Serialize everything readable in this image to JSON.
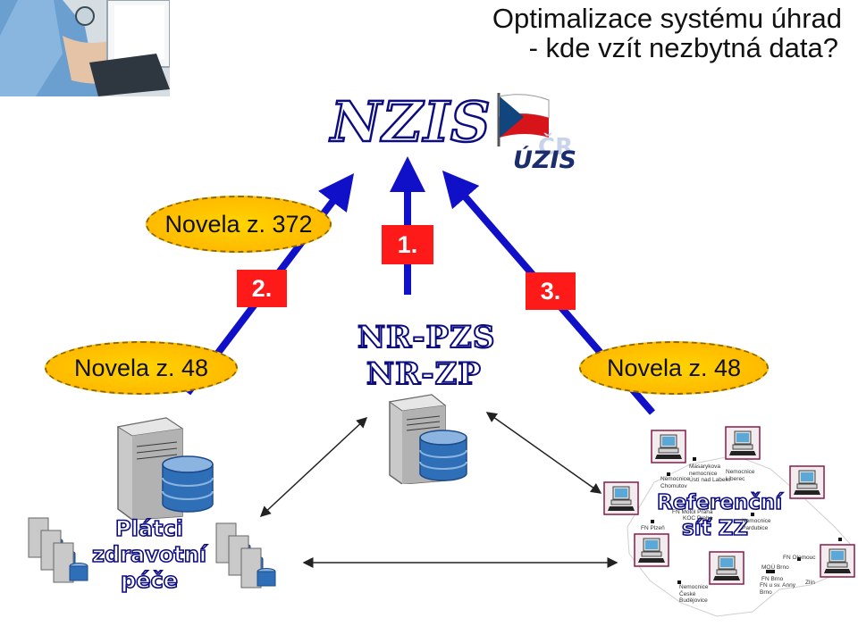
{
  "title": {
    "line1": "Optimalizace systému úhrad",
    "line2": "- kde vzít nezbytná data?"
  },
  "nzis": {
    "label": "NZIS",
    "logo_text": "ÚZIS",
    "logo_sub": "ČR"
  },
  "ovals": {
    "novela_372": "Novela z. 372",
    "novela_48_left": "Novela z. 48",
    "novela_48_right": "Novela z. 48"
  },
  "badges": {
    "one": "1.",
    "two": "2.",
    "three": "3."
  },
  "registries": {
    "line1": "NR-PZS",
    "line2": "NR-ZP"
  },
  "payers": {
    "line1": "Plátci",
    "line2": "zdravotní",
    "line3": "péče"
  },
  "reference_network": {
    "line1": "Referenční",
    "line2": "síť ZZ",
    "cities": {
      "chomutov": "Nemocnice\nChomutov",
      "usti": "Masarykova\nnemocnice\nÚstí nad Labem",
      "liberec": "Nemocnice\nLiberec",
      "motol": "FN Motol Praha",
      "kdc": "KOC Praha",
      "pardubice": "Nemocnice\nPardubice",
      "plzen": "FN Plzeň",
      "olomouc": "FN Olomouc",
      "mou": "MOÚ Brno",
      "fn_brno": "FN Brno",
      "fnusa": "FN u sv. Anny\nBrno",
      "zlin": "Zlín",
      "cb": "Nemocnice\nČeské\nBudějovice"
    }
  },
  "colors": {
    "arrow_blue": "#1010c8",
    "oval_fill": "#ffc400",
    "badge_red": "#ff1a1a",
    "text_outline": "#0c0c80"
  }
}
